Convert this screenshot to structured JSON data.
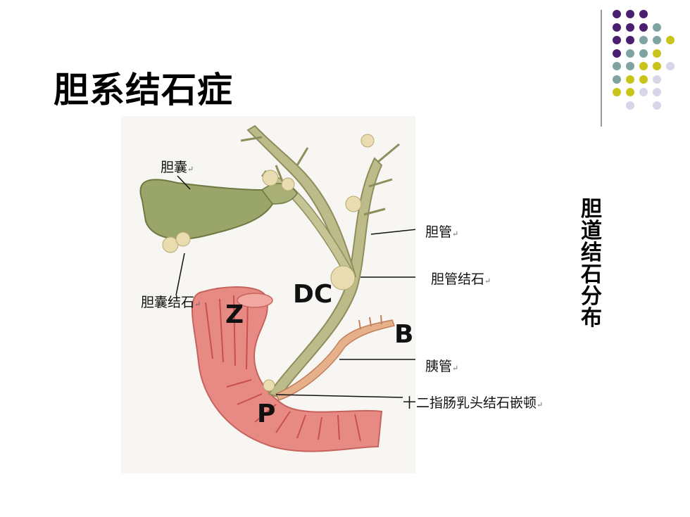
{
  "title": "胆系结石症",
  "side_title": [
    "胆",
    "道",
    "结",
    "石",
    "分",
    "布"
  ],
  "labels": {
    "gallbladder": "胆囊",
    "bile_duct": "胆管",
    "duct_stone": "胆管结石",
    "gallbladder_stone": "胆囊结石",
    "pancreatic_duct": "胰管",
    "papilla_stone": "十二指肠乳头结石嵌顿",
    "return_mark": "↵"
  },
  "letters": {
    "z": "Z",
    "dc": "DC",
    "b": "B",
    "p": "P"
  },
  "colors": {
    "dot_purple": "#4b1f6f",
    "dot_teal": "#7fa3a0",
    "dot_yellow": "#c8c41a",
    "dot_lavender": "#d6d6e8",
    "gallbladder": "#9aa56a",
    "duct": "#b9b98a",
    "duodenum": "#e88a84",
    "stone": "#e8dcb0"
  },
  "dot_grid": [
    [
      "purple",
      "purple",
      "purple",
      "",
      ""
    ],
    [
      "purple",
      "purple",
      "purple",
      "teal",
      ""
    ],
    [
      "purple",
      "purple",
      "teal",
      "teal",
      "yellow"
    ],
    [
      "purple",
      "teal",
      "teal",
      "yellow",
      ""
    ],
    [
      "teal",
      "teal",
      "yellow",
      "yellow",
      "lavender"
    ],
    [
      "teal",
      "yellow",
      "yellow",
      "lavender",
      ""
    ],
    [
      "yellow",
      "yellow",
      "lavender",
      "lavender",
      ""
    ],
    [
      "",
      "lavender",
      "",
      "lavender",
      ""
    ]
  ]
}
